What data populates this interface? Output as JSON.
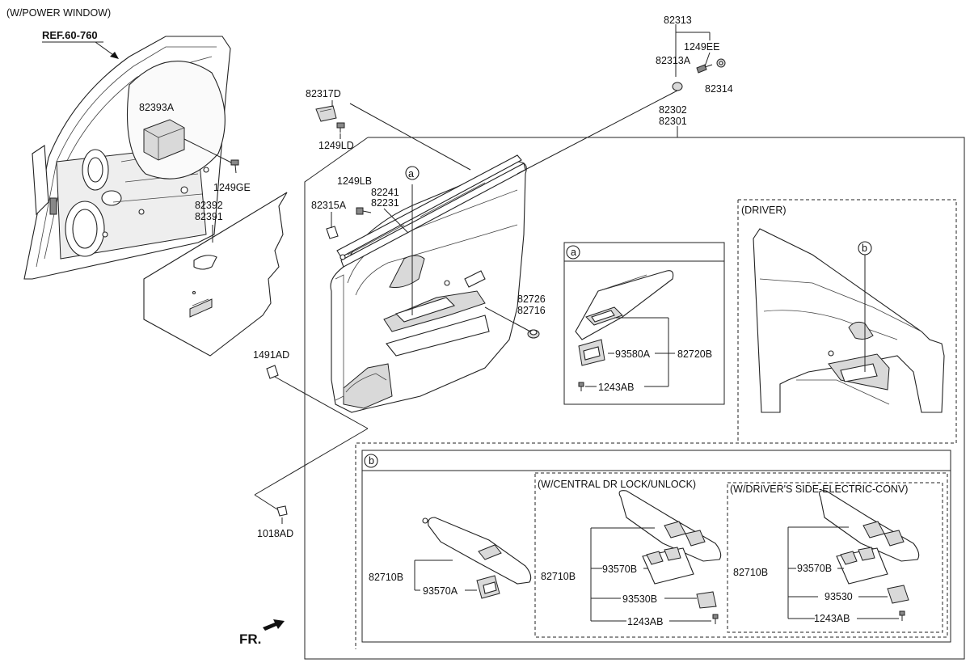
{
  "headings": {
    "w_power_window": "(W/POWER WINDOW)",
    "ref": "REF.60-760",
    "driver": "(DRIVER)",
    "w_central": "(W/CENTRAL DR LOCK/UNLOCK)",
    "w_driver_side": "(W/DRIVER'S SIDE-ELECTRIC-CONV)",
    "front": "FR."
  },
  "callouts": {
    "a": "a",
    "b": "b"
  },
  "parts": {
    "p82313": "82313",
    "p1249EE": "1249EE",
    "p82313A": "82313A",
    "p82314": "82314",
    "p82302": "82302",
    "p82301": "82301",
    "p82317D": "82317D",
    "p1249LD": "1249LD",
    "p82393A": "82393A",
    "p1249GE": "1249GE",
    "p1249LB": "1249LB",
    "p82241": "82241",
    "p82231": "82231",
    "p82315A": "82315A",
    "p82392": "82392",
    "p82391": "82391",
    "p82726": "82726",
    "p82716": "82716",
    "p1491AD": "1491AD",
    "p1018AD": "1018AD",
    "a_93580A": "93580A",
    "a_82720B": "82720B",
    "a_1243AB": "1243AB",
    "b1_82710B": "82710B",
    "b1_93570A": "93570A",
    "b2_82710B": "82710B",
    "b2_93570B": "93570B",
    "b2_93530B": "93530B",
    "b2_1243AB": "1243AB",
    "b3_82710B": "82710B",
    "b3_93570B": "93570B",
    "b3_93530": "93530",
    "b3_1243AB": "1243AB"
  }
}
